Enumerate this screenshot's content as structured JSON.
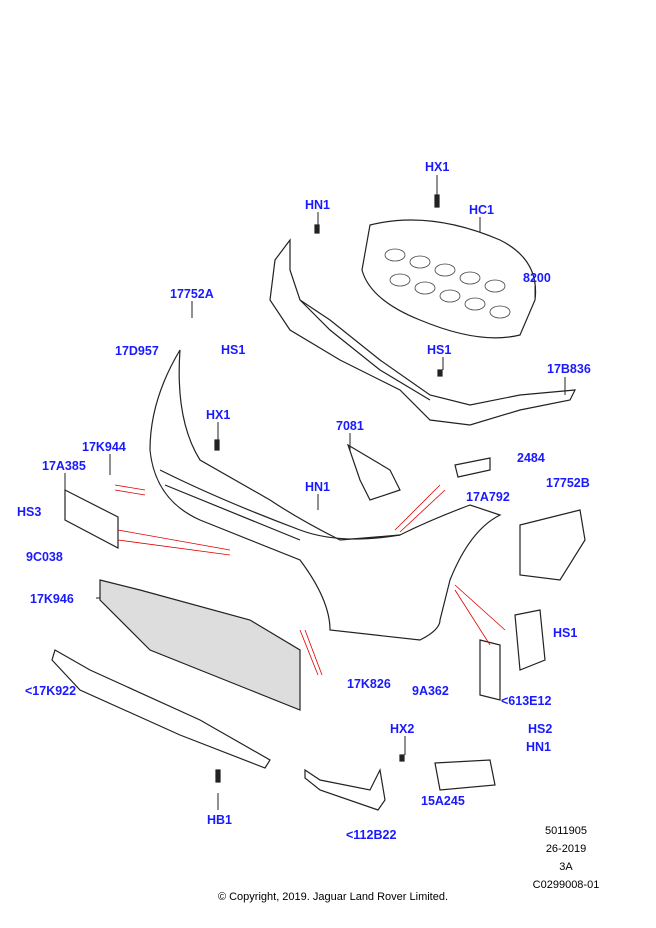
{
  "callouts": [
    {
      "id": "hx1-top",
      "label": "HX1"
    },
    {
      "id": "hn1-top",
      "label": "HN1"
    },
    {
      "id": "hc1",
      "label": "HC1"
    },
    {
      "id": "8200",
      "label": "8200"
    },
    {
      "id": "17752a",
      "label": "17752A"
    },
    {
      "id": "hs1-a",
      "label": "HS1"
    },
    {
      "id": "17d957",
      "label": "17D957"
    },
    {
      "id": "hs1-b",
      "label": "HS1"
    },
    {
      "id": "17b836",
      "label": "17B836"
    },
    {
      "id": "7081",
      "label": "7081"
    },
    {
      "id": "hx1-mid",
      "label": "HX1"
    },
    {
      "id": "17k944",
      "label": "17K944"
    },
    {
      "id": "17a385",
      "label": "17A385"
    },
    {
      "id": "2484",
      "label": "2484"
    },
    {
      "id": "hn1-mid",
      "label": "HN1"
    },
    {
      "id": "17a792",
      "label": "17A792"
    },
    {
      "id": "17752b",
      "label": "17752B"
    },
    {
      "id": "hs3",
      "label": "HS3"
    },
    {
      "id": "9c038",
      "label": "9C038"
    },
    {
      "id": "17k946",
      "label": "17K946"
    },
    {
      "id": "hs1-c",
      "label": "HS1"
    },
    {
      "id": "17k922",
      "label": "<17K922"
    },
    {
      "id": "17k826",
      "label": "17K826"
    },
    {
      "id": "9a362",
      "label": "9A362"
    },
    {
      "id": "613e12",
      "label": "<613E12"
    },
    {
      "id": "hx2",
      "label": "HX2"
    },
    {
      "id": "hs2",
      "label": "HS2"
    },
    {
      "id": "hn1-low",
      "label": "HN1"
    },
    {
      "id": "15a245",
      "label": "15A245"
    },
    {
      "id": "hb1",
      "label": "HB1"
    },
    {
      "id": "112b22",
      "label": "<112B22"
    }
  ],
  "meta": {
    "number": "5011905",
    "week": "26-2019",
    "revision": "3A",
    "code": "C0299008-01"
  },
  "copyright": "© Copyright, 2019. Jaguar Land Rover Limited.",
  "colors": {
    "callout": "#1a1aff",
    "leader": "#e00000"
  }
}
